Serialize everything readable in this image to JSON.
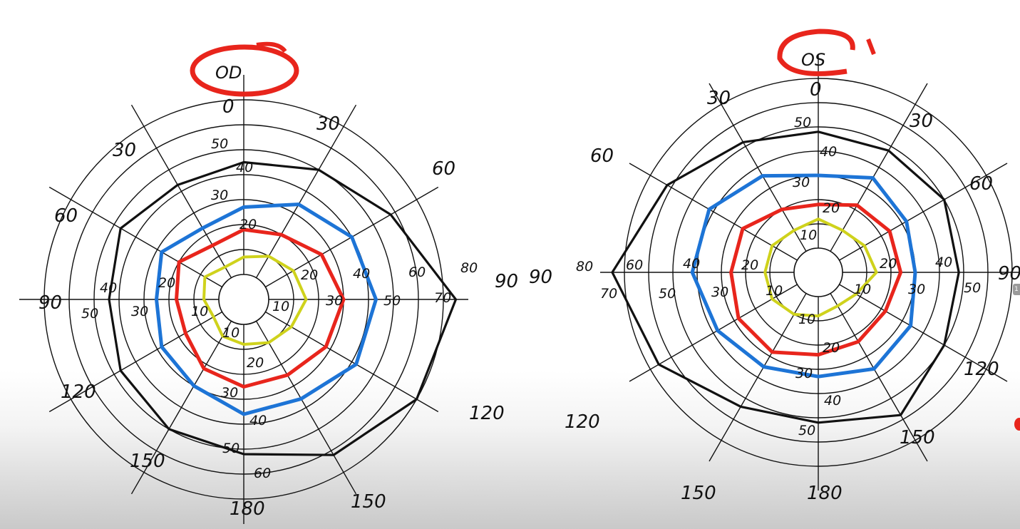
{
  "charts": [
    {
      "eye_label": "OD",
      "direction_labels": {
        "top_zero": "0",
        "left_30": "30",
        "left_60": "60",
        "left_90": "90",
        "left_120": "120",
        "left_150": "150",
        "right_30": "30",
        "right_60": "60",
        "right_90": "90",
        "right_120": "120",
        "right_150": "150",
        "bottom_180": "180"
      },
      "ring_numbers": {
        "top": [
          "50",
          "40",
          "30",
          "20"
        ],
        "left": [
          "40",
          "50",
          "20",
          "30",
          "10"
        ],
        "right": [
          "20",
          "30",
          "40",
          "50",
          "60",
          "70",
          "80",
          "10"
        ],
        "bottom": [
          "10",
          "20",
          "30",
          "40",
          "50",
          "60"
        ]
      },
      "isopters": {
        "black": [
          [
            0,
            55
          ],
          [
            30,
            60
          ],
          [
            60,
            68
          ],
          [
            90,
            85
          ],
          [
            120,
            80
          ],
          [
            150,
            72
          ],
          [
            180,
            62
          ],
          [
            210,
            60
          ],
          [
            240,
            57
          ],
          [
            270,
            54
          ],
          [
            300,
            57
          ],
          [
            330,
            53
          ]
        ],
        "blue": [
          [
            0,
            37
          ],
          [
            30,
            44
          ],
          [
            60,
            50
          ],
          [
            90,
            53
          ],
          [
            120,
            52
          ],
          [
            150,
            46
          ],
          [
            180,
            46
          ],
          [
            210,
            40
          ],
          [
            240,
            38
          ],
          [
            270,
            35
          ],
          [
            300,
            38
          ],
          [
            330,
            33
          ]
        ],
        "red": [
          [
            0,
            28
          ],
          [
            30,
            30
          ],
          [
            60,
            36
          ],
          [
            90,
            40
          ],
          [
            120,
            38
          ],
          [
            150,
            35
          ],
          [
            180,
            35
          ],
          [
            210,
            32
          ],
          [
            240,
            27
          ],
          [
            270,
            27
          ],
          [
            300,
            30
          ],
          [
            330,
            25
          ]
        ],
        "yellow": [
          [
            0,
            17
          ],
          [
            30,
            20
          ],
          [
            60,
            23
          ],
          [
            90,
            25
          ],
          [
            120,
            22
          ],
          [
            150,
            20
          ],
          [
            180,
            18
          ],
          [
            210,
            17
          ],
          [
            240,
            14
          ],
          [
            270,
            16
          ],
          [
            300,
            18
          ],
          [
            330,
            15
          ]
        ]
      }
    },
    {
      "eye_label": "OS",
      "direction_labels": {
        "top_zero": "0",
        "left_30": "30",
        "left_60": "60",
        "left_90": "90",
        "left_120": "120",
        "left_150": "150",
        "right_30": "30",
        "right_60": "60",
        "right_90": "90",
        "right_120": "120",
        "right_150": "150",
        "bottom_180": "180"
      },
      "ring_numbers": {
        "top": [
          "50",
          "40",
          "30",
          "20",
          "10"
        ],
        "left": [
          "80",
          "70",
          "60",
          "40",
          "50",
          "30",
          "20",
          "10"
        ],
        "right": [
          "20",
          "40",
          "30",
          "50",
          "10"
        ],
        "bottom": [
          "10",
          "20",
          "30",
          "40",
          "50"
        ]
      },
      "isopters": {
        "black": [
          [
            0,
            58
          ],
          [
            30,
            58
          ],
          [
            60,
            60
          ],
          [
            90,
            58
          ],
          [
            120,
            60
          ],
          [
            150,
            68
          ],
          [
            180,
            62
          ],
          [
            210,
            64
          ],
          [
            240,
            76
          ],
          [
            270,
            85
          ],
          [
            300,
            72
          ],
          [
            330,
            62
          ]
        ],
        "blue": [
          [
            0,
            40
          ],
          [
            30,
            45
          ],
          [
            60,
            42
          ],
          [
            90,
            40
          ],
          [
            120,
            44
          ],
          [
            150,
            46
          ],
          [
            180,
            43
          ],
          [
            210,
            45
          ],
          [
            240,
            48
          ],
          [
            270,
            52
          ],
          [
            300,
            52
          ],
          [
            330,
            46
          ]
        ],
        "red": [
          [
            0,
            28
          ],
          [
            30,
            32
          ],
          [
            60,
            34
          ],
          [
            90,
            34
          ],
          [
            120,
            32
          ],
          [
            150,
            33
          ],
          [
            180,
            34
          ],
          [
            210,
            38
          ],
          [
            240,
            38
          ],
          [
            270,
            36
          ],
          [
            300,
            36
          ],
          [
            330,
            30
          ]
        ],
        "yellow": [
          [
            0,
            22
          ],
          [
            30,
            20
          ],
          [
            60,
            22
          ],
          [
            90,
            24
          ],
          [
            120,
            18
          ],
          [
            150,
            16
          ],
          [
            180,
            18
          ],
          [
            210,
            20
          ],
          [
            240,
            22
          ],
          [
            270,
            22
          ],
          [
            300,
            22
          ],
          [
            330,
            20
          ]
        ]
      }
    }
  ],
  "colors": {
    "black": "#111111",
    "blue": "#1d74d6",
    "red": "#e8251c",
    "yellow": "#cfd21c",
    "annotation": "#e8251c",
    "grid": "#111111"
  }
}
